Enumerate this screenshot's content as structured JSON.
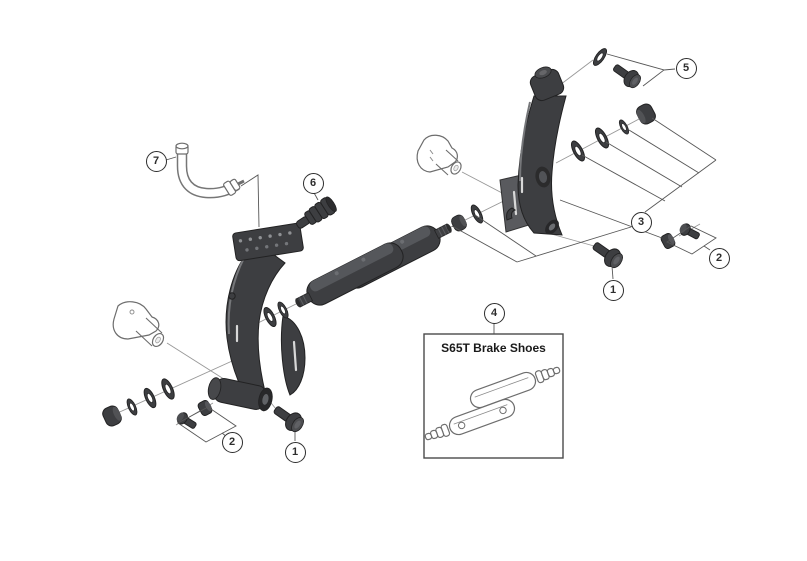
{
  "diagram": {
    "box_label": "S65T Brake Shoes",
    "callouts": {
      "c1_left": "1",
      "c1_right": "1",
      "c2_left": "2",
      "c2_right": "2",
      "c3": "3",
      "c4": "4",
      "c5": "5",
      "c6": "6",
      "c7": "7"
    }
  },
  "colors": {
    "bg": "#ffffff",
    "ink": "#2d2d2d",
    "part-dark": "#3d3e41",
    "part-mid": "#595a5e",
    "part-edge": "#222223",
    "outline": "#6d6d6d",
    "axis": "#989898",
    "leader": "#575757"
  }
}
